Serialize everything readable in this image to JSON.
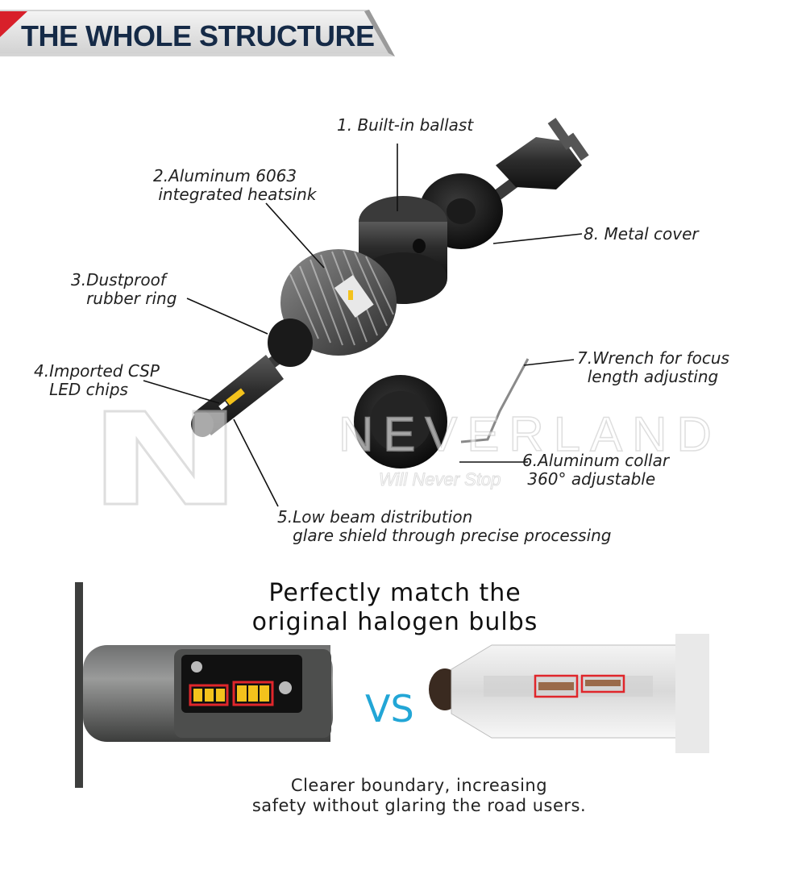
{
  "header": {
    "title": "THE WHOLE STRUCTURE"
  },
  "parts": [
    {
      "label": "1. Built-in ballast"
    },
    {
      "label": "2.Aluminum 6063\n integrated heatsink"
    },
    {
      "label": "3.Dustproof\n   rubber ring"
    },
    {
      "label": "4.Imported CSP\n   LED chips"
    },
    {
      "label": "5.Low beam distribution\n   glare shield through precise processing"
    },
    {
      "label": "6.Aluminum collar\n 360° adjustable"
    },
    {
      "label": "7.Wrench for focus\n  length adjusting"
    },
    {
      "label": "8. Metal cover"
    }
  ],
  "watermark": {
    "brand": "NEVERLAND",
    "tagline": "Will Never Stop"
  },
  "comparison": {
    "title": "Perfectly match the\noriginal halogen bulbs",
    "vs_label": "VS",
    "note": "Clearer boundary, increasing\nsafety without glaring the road users."
  },
  "colors": {
    "banner_accent": "#d8202a",
    "title_color": "#152a47",
    "vs_color": "#22a6d6",
    "highlight_box": "#e0262b",
    "led_chip": "#f3c21c"
  }
}
